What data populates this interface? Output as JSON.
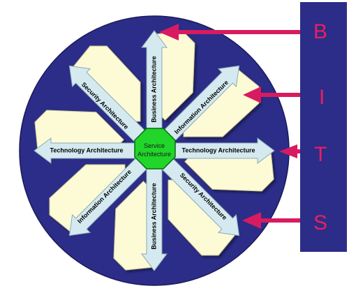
{
  "diagram": {
    "center_label_line1": "Service",
    "center_label_line2": "Architecture",
    "spokes": {
      "up": "Business Architecture",
      "down": "Business Architecture",
      "left": "Technology Architecture",
      "right": "Technology Architecture",
      "up_left": "Security Architecture",
      "down_right": "Security Architecture",
      "up_right": "Information Architecture",
      "down_left": "Information Architecture"
    }
  },
  "sidebar": {
    "letters": [
      "B",
      "I",
      "T",
      "S"
    ]
  },
  "colors": {
    "circle": "#2b2d88",
    "sidebar": "#2b2d88",
    "panel_fill": "#fdfbd6",
    "arrow_fill": "#d5eaf0",
    "arrow_stroke": "#8ea8b4",
    "center": "#21d52a",
    "pointer": "#d81b60",
    "letter": "#e91e63"
  }
}
